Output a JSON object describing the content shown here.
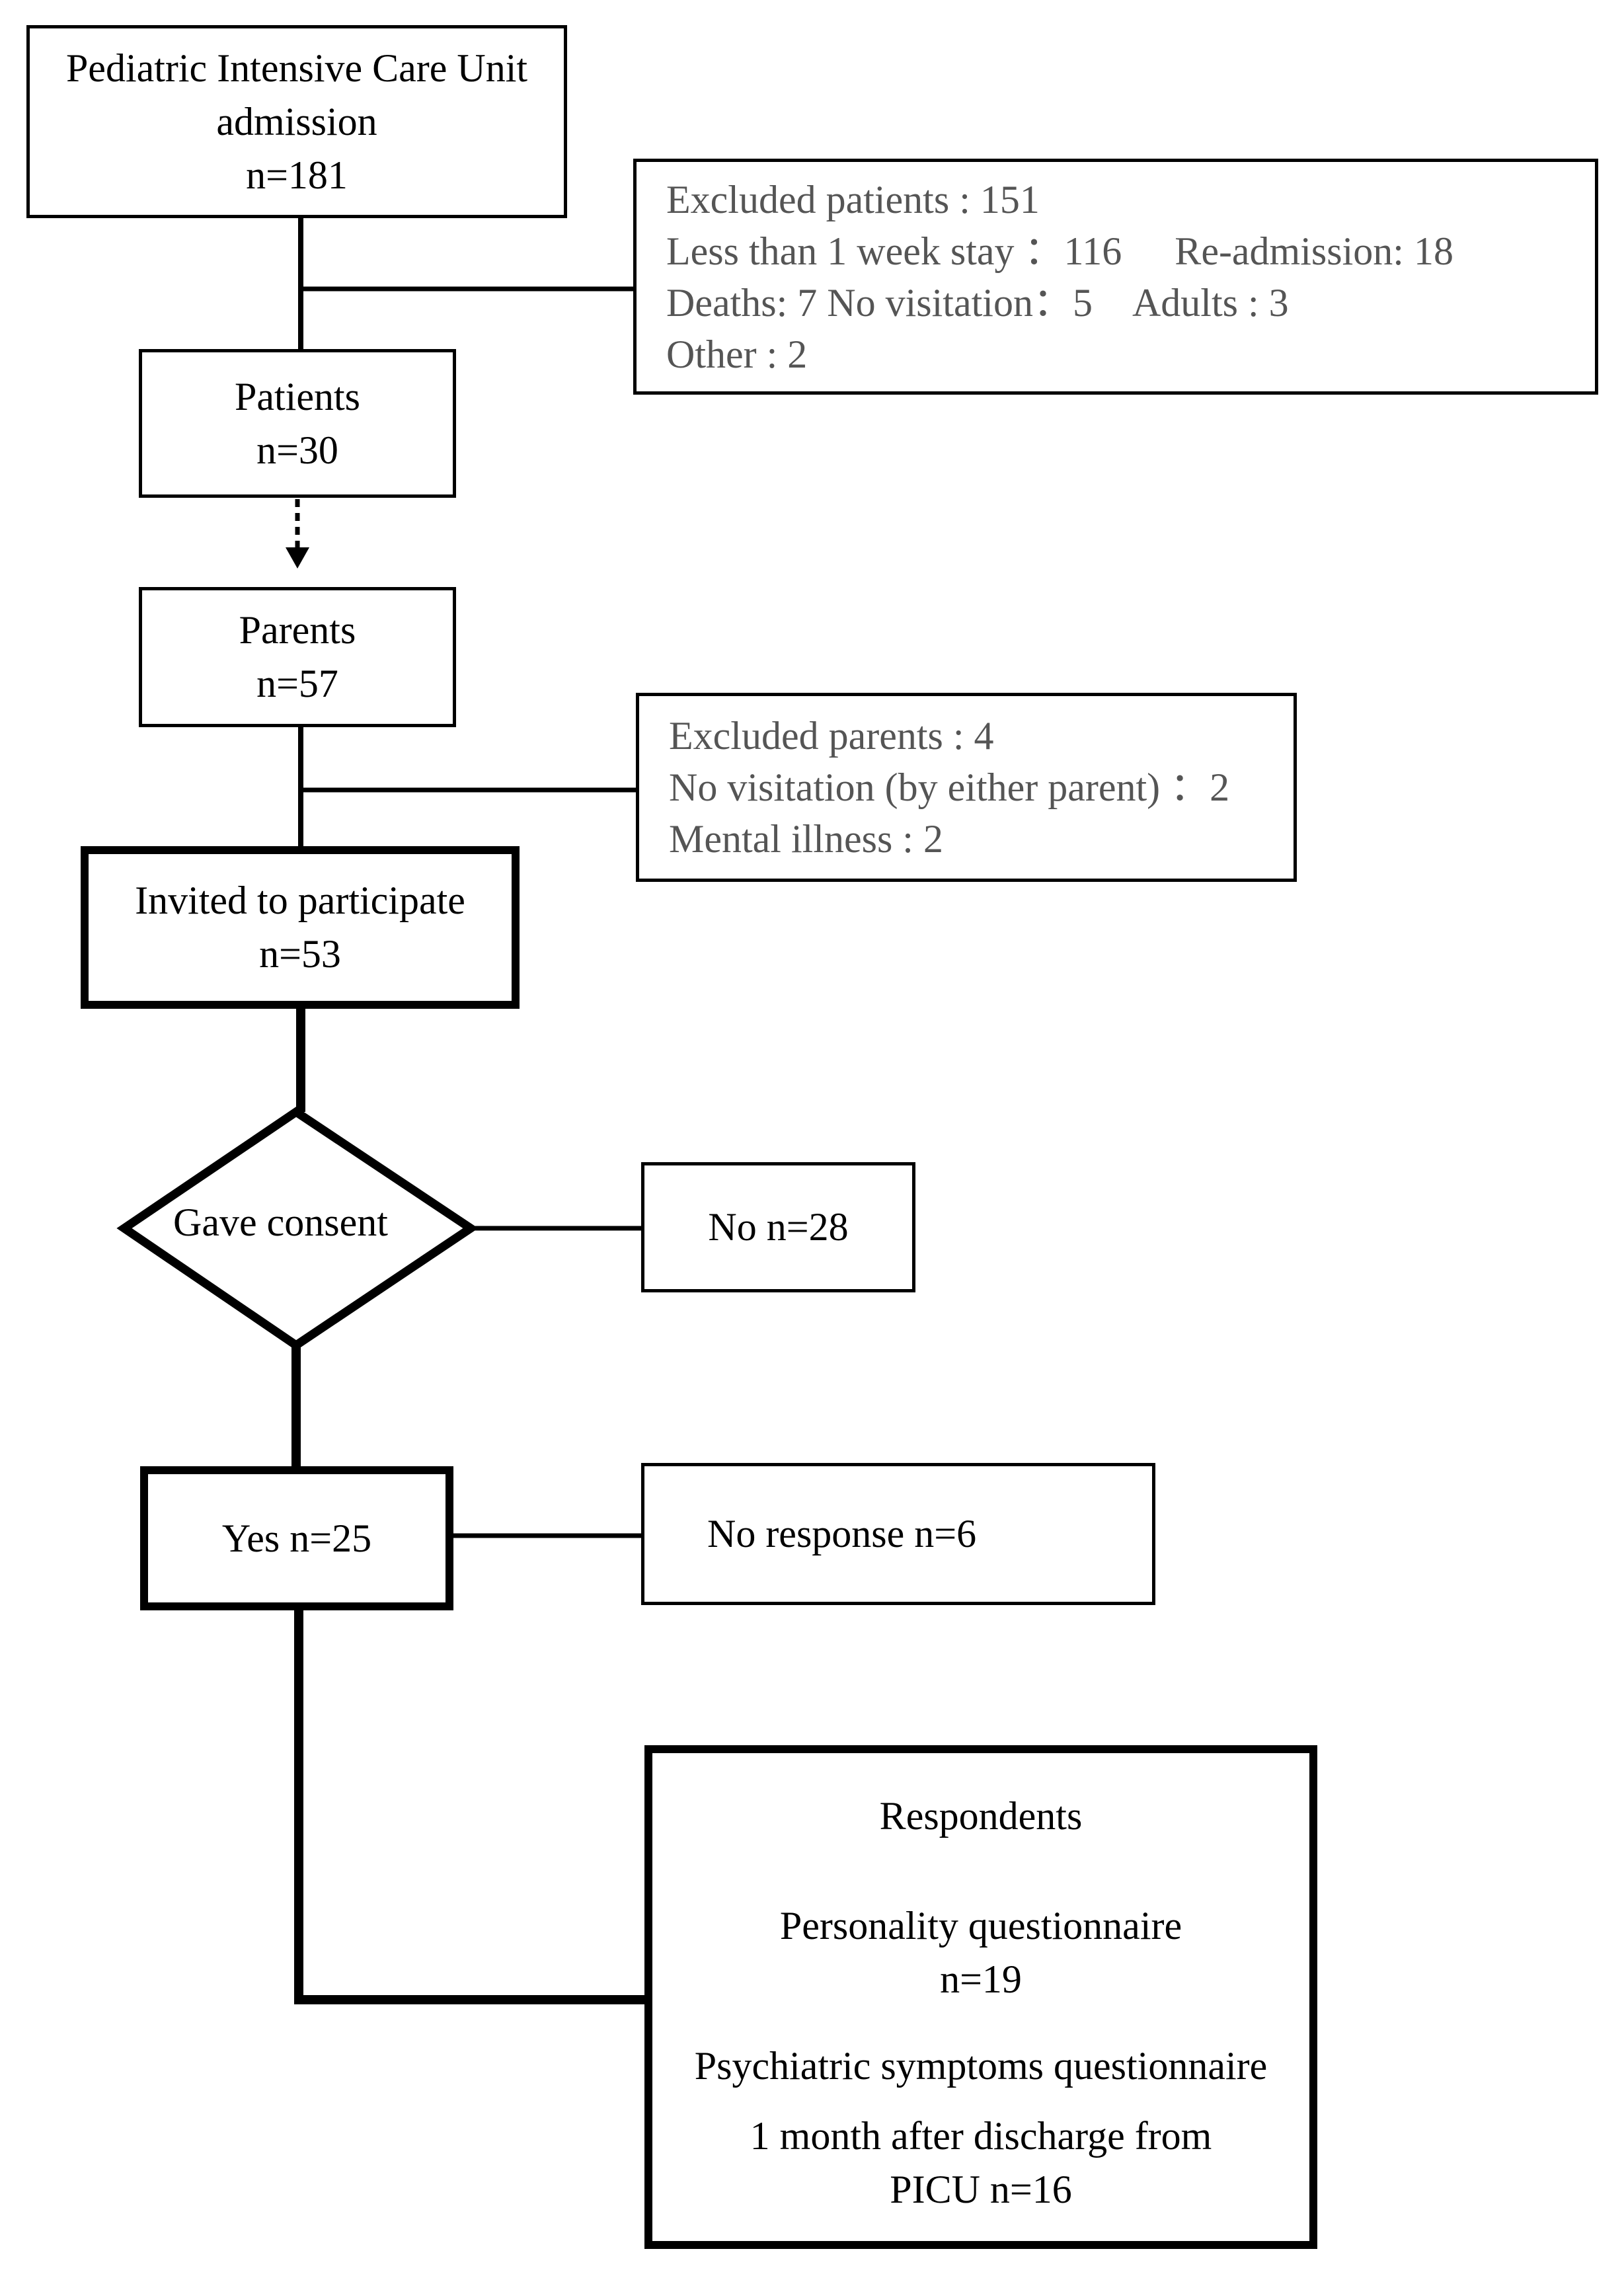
{
  "nodes": {
    "picu": {
      "line1": "Pediatric Intensive Care Unit",
      "line2": "admission",
      "n": "n=181"
    },
    "excluded_patients": {
      "line1": "Excluded patients : 151",
      "line2a": "Less than 1 week stay ：116",
      "line2b": "Re-admission: 18",
      "line3a": "Deaths: 7 No visitation：5",
      "line3b": "Adults : 3",
      "line4": "Other : 2"
    },
    "patients": {
      "label": "Patients",
      "n": "n=30"
    },
    "parents": {
      "label": "Parents",
      "n": "n=57"
    },
    "excluded_parents": {
      "line1": "Excluded parents : 4",
      "line2": "No visitation (by either parent) ：2",
      "line3": "Mental illness : 2"
    },
    "invited": {
      "label": "Invited to participate",
      "n": "n=53"
    },
    "consent": {
      "label": "Gave consent"
    },
    "no": {
      "label": "No n=28"
    },
    "yes": {
      "label": "Yes n=25"
    },
    "no_response": {
      "label": "No response n=6"
    },
    "respondents": {
      "title": "Respondents",
      "personality": "Personality questionnaire",
      "personality_n": "n=19",
      "psych": "Psychiatric symptoms questionnaire",
      "psych2": "1 month after discharge from",
      "psych3": "PICU n=16"
    }
  }
}
